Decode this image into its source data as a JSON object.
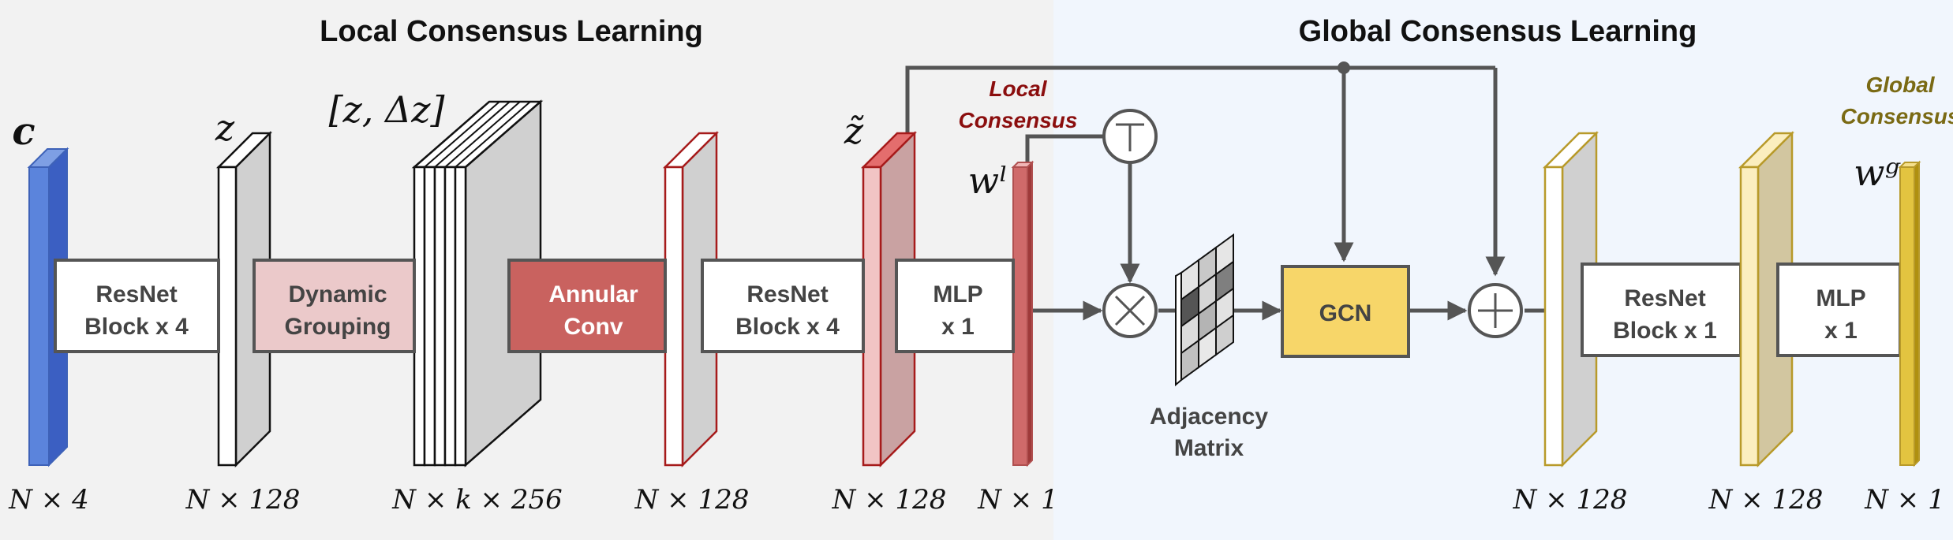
{
  "sections": {
    "local_title": "Local Consensus Learning",
    "global_title": "Global Consensus Learning"
  },
  "blocks": {
    "resnet_1": {
      "line1": "ResNet",
      "line2": "Block x 4"
    },
    "dynamic_grouping": {
      "line1": "Dynamic",
      "line2": "Grouping"
    },
    "annular_conv": {
      "line1": "Annular",
      "line2": "Conv"
    },
    "resnet_2": {
      "line1": "ResNet",
      "line2": "Block x 4"
    },
    "mlp_local": {
      "line1": "MLP",
      "line2": "x 1"
    },
    "gcn": {
      "label": "GCN"
    },
    "resnet_3": {
      "line1": "ResNet",
      "line2": "Block x 1"
    },
    "mlp_global": {
      "line1": "MLP",
      "line2": "x 1"
    }
  },
  "labels": {
    "local_consensus_line1": "Local",
    "local_consensus_line2": "Consensus",
    "global_consensus_line1": "Global",
    "global_consensus_line2": "Consensus",
    "adjacency_line1": "Adjacency",
    "adjacency_line2": "Matrix"
  },
  "symbols": {
    "c": "c",
    "z": "z",
    "z_delta": "[z, Δz]",
    "z_tilde": "z̃",
    "w_local": "wˡ",
    "w_global": "wᵍ"
  },
  "dims": {
    "c": "N × 4",
    "z": "N × 128",
    "z_delta": "N × k × 256",
    "annular": "N × 128",
    "z_tilde": "N × 128",
    "w_local": "N × 1",
    "global_1": "N × 128",
    "global_2": "N × 128",
    "w_global": "N × 1"
  },
  "colors": {
    "local_panel": "#f2f2f2",
    "global_panel": "#f1f6fd",
    "feature_c": "#5b84dc",
    "dynamic_grouping": "#ebc9ca",
    "annular_conv": "#c9625f",
    "gcn": "#f7d669",
    "local_consensus_text": "#8b0e0e",
    "global_consensus_text": "#7a6a14"
  }
}
